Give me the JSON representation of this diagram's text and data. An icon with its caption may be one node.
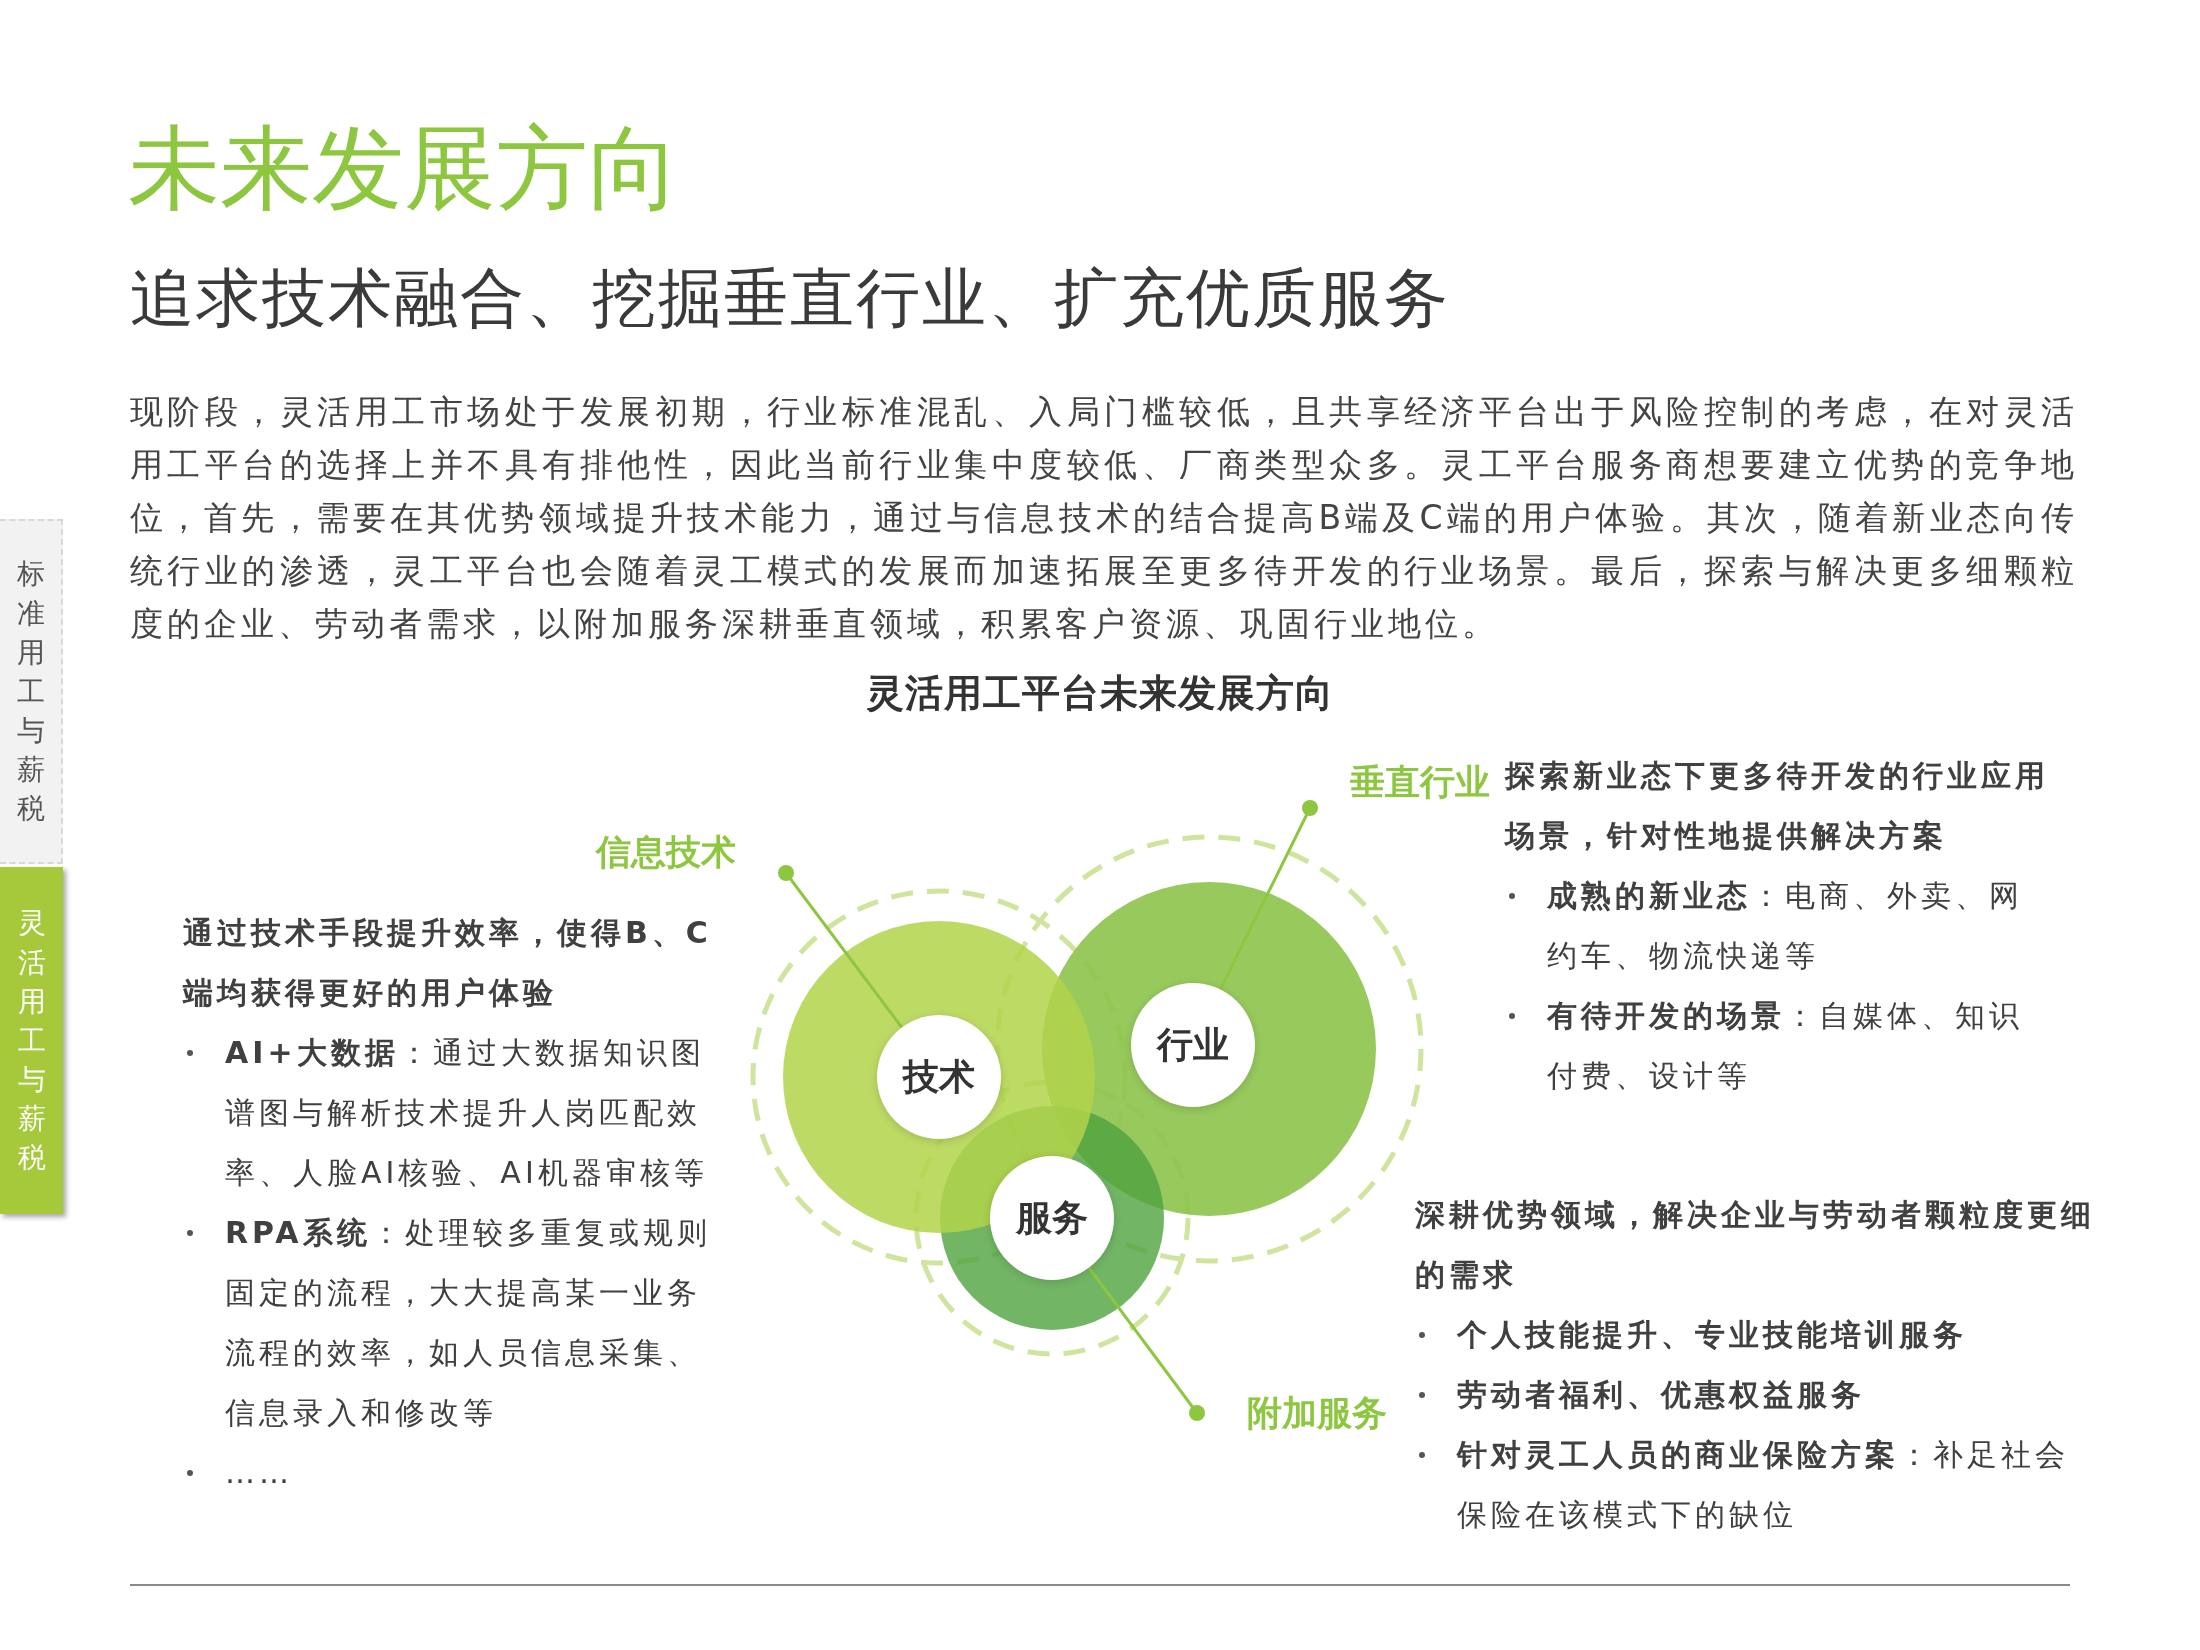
{
  "diagram": {
    "title": "未来发展方向",
    "nodes": [
      {
        "text": [
          "标准用工与薪税"
        ]
      },
      {
        "text": [
          "灵活用工与薪税"
        ]
      },
      {
        "text": [
          "技术"
        ]
      },
      {
        "text": [
          "行业"
        ]
      },
      {
        "text": [
          "服务"
        ]
      },
      {
        "text": [
          "信息技术"
        ]
      },
      {
        "text": [
          "垂直行业"
        ]
      },
      {
        "text": [
          "附加服务"
        ]
      }
    ],
    "edges": [
      {
        "from": 5,
        "to": 2,
        "arrow": "other"
      },
      {
        "from": 6,
        "to": 3,
        "arrow": "other"
      },
      {
        "from": 7,
        "to": 4,
        "arrow": "other"
      }
    ],
    "labels": [
      "追求技术融合、挖掘垂直行业、扩充优质服务",
      "现阶段，灵活用工市场处于发展初期，行业标准混乱、入局门槛较低，且共享经济平台出于风险控制的考虑，在对灵活用工平台的选择上并不具有排他性，因此当前行业集中度较低、厂商类型众多。灵工平台服务商想要建立优势的竞争地位，首先，需要在其优势领域提升技术能力，通过与信息技术的结合提高B端及C端的用户体验。其次，随着新业态向传统行业的渗透，灵工平台也会随着灵工模式的发展而加速拓展至更多待开发的行业场景。最后，探索与解决更多细颗粒度的企业、劳动者需求，以附加服务深耕垂直领域，积累客户资源、巩固行业地位。",
      "灵活用工平台未来发展方向",
      "通过技术手段提升效率，使得B、C端均获得更好的用户体验",
      "**AI+大数据**：通过大数据知识图谱图与解析技术提升人岗匹配效率、人脸AI核验、AI机器审核等",
      "**RPA系统**：处理较多重复或规则固定的流程，大大提高某一业务流程的效率，如人员信息采集、信息录入和修改等",
      "……",
      "探索新业态下更多待开发的行业应用场景，针对性地提供解决方案",
      "**成熟的新业态**：电商、外卖、网约车、物流快递等",
      "**有待开发的场景**：自媒体、知识付费、设计等",
      "深耕优势领域，解决企业与劳动者颗粒度更细的需求",
      "个人技能提升、专业技能培训服务",
      "劳动者福利、优惠权益服务",
      "**针对灵工人员的商业保险方案**：补足社会保险在该模式下的缺位"
    ]
  }
}
